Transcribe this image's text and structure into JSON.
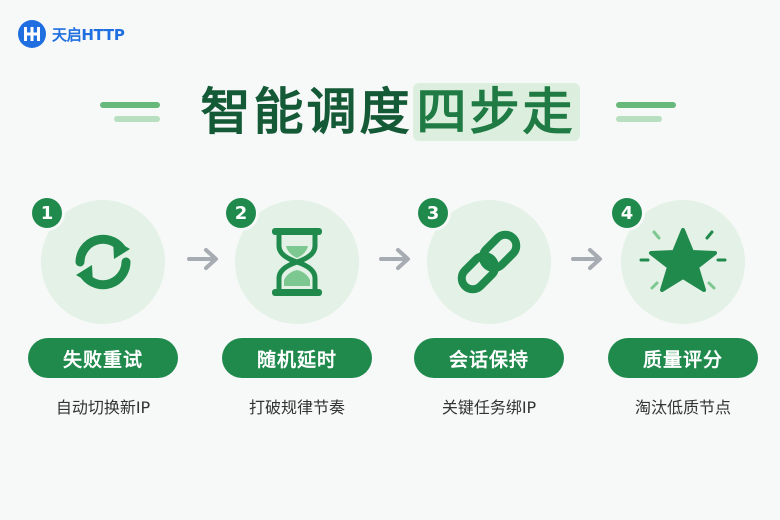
{
  "brand": {
    "name": "天启HTTP"
  },
  "title": {
    "part1": "智能调度",
    "part2": "四步走"
  },
  "steps": [
    {
      "num": "1",
      "label": "失败重试",
      "desc": "自动切换新IP",
      "icon": "refresh-icon"
    },
    {
      "num": "2",
      "label": "随机延时",
      "desc": "打破规律节奏",
      "icon": "hourglass-icon"
    },
    {
      "num": "3",
      "label": "会话保持",
      "desc": "关键任务绑IP",
      "icon": "link-icon"
    },
    {
      "num": "4",
      "label": "质量评分",
      "desc": "淘汰低质节点",
      "icon": "star-icon"
    }
  ],
  "colors": {
    "primary_green": "#1f8a4c",
    "dark_green": "#155a37",
    "light_green": "#e3f1e6",
    "brand_blue": "#1f6fe0",
    "arrow_gray": "#a7acb3"
  }
}
